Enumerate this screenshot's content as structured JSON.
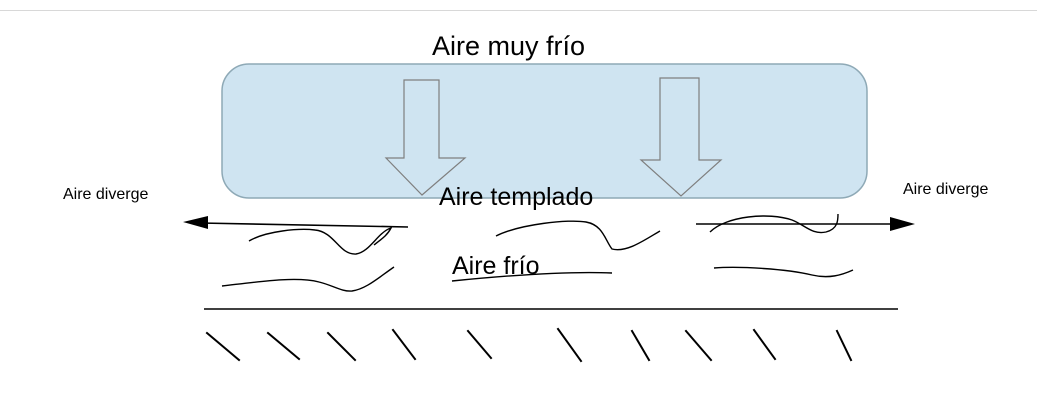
{
  "diagram": {
    "labels": {
      "very_cold_air": "Aire muy frío",
      "temperate_air": "Aire templado",
      "cold_air": "Aire frío",
      "diverging_air_left": "Aire diverge",
      "diverging_air_right": "Aire diverge"
    },
    "colors": {
      "cold_air_mass_fill": "#cfe4f1",
      "cold_air_mass_stroke": "#8ea9b6",
      "line": "#000000",
      "down_arrow_stroke": "#7f7f7f",
      "top_rule": "#d8d8d8"
    }
  }
}
